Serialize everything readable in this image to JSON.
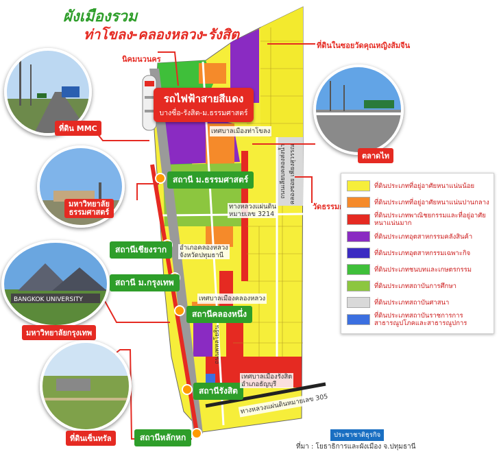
{
  "title": {
    "line1": "ผังเมืองรวม",
    "line2": "ท่าโขลง-คลองหลวง-รังสิต"
  },
  "train": {
    "name": "รถไฟฟ้าสายสีแดง",
    "route": "บางซื่อ-รังสิต-ม.ธรรมศาสตร์"
  },
  "photos": [
    {
      "icon": "road-photo-icon",
      "label": "ที่ดิน MMC"
    },
    {
      "icon": "campus-photo-icon",
      "label": "มหาวิทยาลัยธรรมศาสตร์"
    },
    {
      "icon": "building-photo-icon",
      "label": "มหาวิทยาลัยกรุงเทพ"
    },
    {
      "icon": "field-photo-icon",
      "label": "ที่ดินเซ็นทรัล"
    },
    {
      "icon": "highway-photo-icon",
      "label": "ตลาดไท"
    }
  ],
  "photo_captions": {
    "tu_line1": "มหาวิทยาลัย",
    "tu_line2": "ธรรมศาสตร์",
    "bu_sign": "BANGKOK UNIVERSITY"
  },
  "stations": [
    "สถานี ม.ธรรมศาสตร์",
    "สถานีเชียงราก",
    "สถานี ม.กรุงเทพ",
    "สถานีคลองหนึ่ง",
    "สถานีรังสิต",
    "สถานีหลักหก"
  ],
  "red_labels": {
    "niche": "นิคมนวนคร",
    "top_right": "ที่ดินในซอยวัดคุณหญิงส้มจีน",
    "wat": "วัดธรรมกาย"
  },
  "map_labels": {
    "thakhlong": "เทศบาลเมืองท่าโขลง",
    "hwy3214_a": "ทางหลวงแผ่นดิน",
    "hwy3214_b": "หมายเลข 3214",
    "amphoe_a": "อำเภอคลองหลวง",
    "amphoe_b": "จังหวัดปทุมธานี",
    "khlongluang": "เทศบาลเมืองคลองหลวง",
    "rangsit_a": "เทศบาลเมืองรังสิต",
    "rangsit_b": "อำเภอธัญบุรี",
    "hwy305": "ทางหลวงแผ่นดินหมายเลข 305",
    "road_v1": "ถนนเลียบคลองส่งน้ำ",
    "road_v2": "คลองซอย เพียงสุวรรณ",
    "road_v3": "ถนนพหลโยธิน"
  },
  "legend": [
    {
      "color": "#f6ee3a",
      "label": "ที่ดินประเภทที่อยู่อาศัยหนาแน่นน้อย"
    },
    {
      "color": "#f58a2a",
      "label": "ที่ดินประเภทที่อยู่อาศัยหนาแน่นปานกลาง"
    },
    {
      "color": "#e52a22",
      "label": "ที่ดินประเภทพาณิชยกรรมและที่อยู่อาศัยหนาแน่นมาก"
    },
    {
      "color": "#8a2bc2",
      "label": "ที่ดินประเภทอุตสาหกรรมคลังสินค้า"
    },
    {
      "color": "#3b2bc2",
      "label": "ที่ดินประเภทอุตสาหกรรมเฉพาะกิจ"
    },
    {
      "color": "#3fbf3a",
      "label": "ที่ดินประเภทชนบทและเกษตรกรรม"
    },
    {
      "color": "#8cc63f",
      "label": "ที่ดินประเภทสถาบันการศึกษา"
    },
    {
      "color": "#d9d9d9",
      "label": "ที่ดินประเภทสถาบันศาสนา"
    },
    {
      "color": "#3b6fe0",
      "label": "ที่ดินประเภทสถาบันราชการการสาธารณูปโภคและสาธารณูปการ"
    }
  ],
  "source_badge": "ประชาชาติธุรกิจ",
  "source": "ที่มา : โยธาธิการและผังเมือง จ.ปทุมธานี"
}
